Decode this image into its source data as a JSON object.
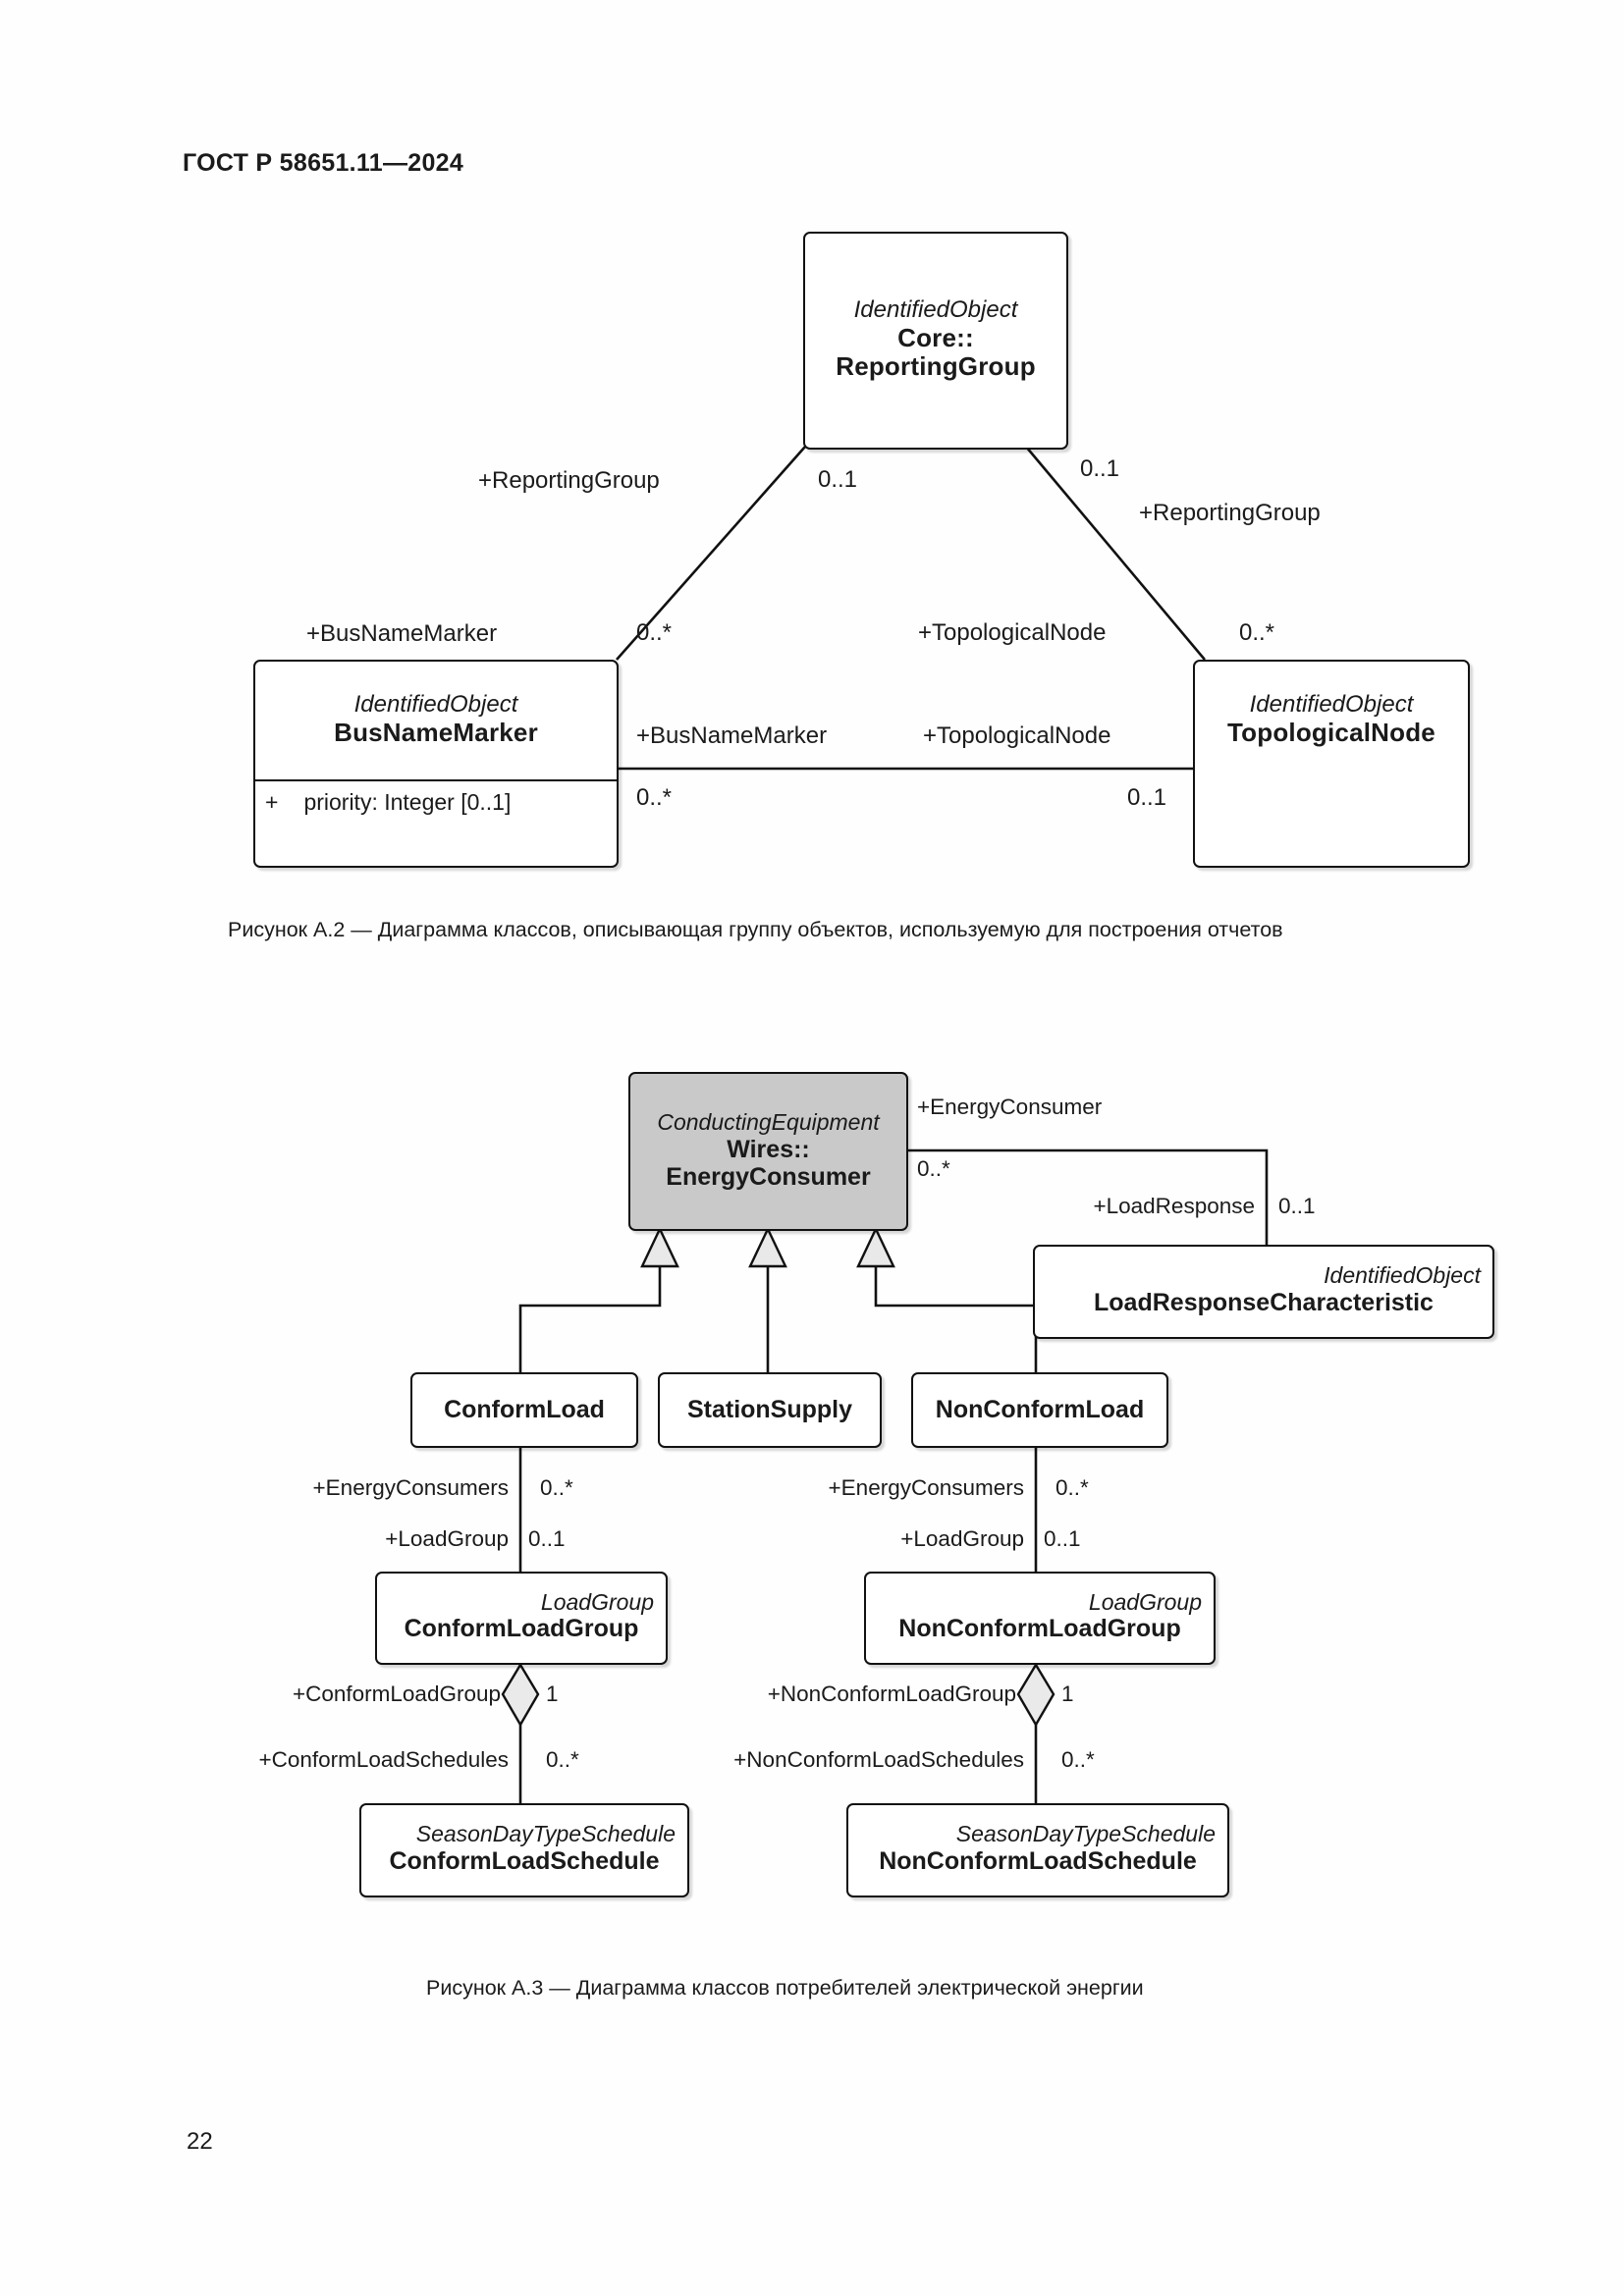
{
  "document": {
    "header": "ГОСТ Р 58651.11—2024",
    "page_number": "22"
  },
  "figures": [
    {
      "id": "A.2",
      "caption": "Рисунок А.2 — Диаграмма классов, описывающая группу объектов, используемую для построения отчетов",
      "classes": {
        "reporting_group": {
          "stereotype": "IdentifiedObject",
          "name_line1": "Core::",
          "name_line2": "ReportingGroup"
        },
        "bus_name_marker": {
          "stereotype": "IdentifiedObject",
          "name": "BusNameMarker",
          "attr_visibility": "+",
          "attr_text": "priority: Integer [0..1]"
        },
        "topological_node": {
          "stereotype": "IdentifiedObject",
          "name": "TopologicalNode"
        }
      },
      "labels": {
        "rg_left_role": "+ReportingGroup",
        "rg_left_mult": "0..1",
        "rg_right_mult": "0..1",
        "rg_right_role": "+ReportingGroup",
        "bnm_top_role": "+BusNameMarker",
        "bnm_top_mult": "0..*",
        "tn_top_role": "+TopologicalNode",
        "tn_top_mult": "0..*",
        "mid_left_role": "+BusNameMarker",
        "mid_right_role": "+TopologicalNode",
        "mid_left_mult": "0..*",
        "mid_right_mult": "0..1"
      }
    },
    {
      "id": "A.3",
      "caption": "Рисунок А.3 — Диаграмма классов потребителей электрической энергии",
      "classes": {
        "energy_consumer": {
          "stereotype": "ConductingEquipment",
          "name_line1": "Wires::",
          "name_line2": "EnergyConsumer",
          "fill": "#c9c9c9"
        },
        "load_response": {
          "stereotype": "IdentifiedObject",
          "name": "LoadResponseCharacteristic"
        },
        "conform_load": {
          "name": "ConformLoad"
        },
        "station_supply": {
          "name": "StationSupply"
        },
        "non_conform_load": {
          "name": "NonConformLoad"
        },
        "conform_load_group": {
          "stereotype": "LoadGroup",
          "name": "ConformLoadGroup"
        },
        "non_conform_load_group": {
          "stereotype": "LoadGroup",
          "name": "NonConformLoadGroup"
        },
        "conform_load_schedule": {
          "stereotype": "SeasonDayTypeSchedule",
          "name": "ConformLoadSchedule"
        },
        "non_conform_load_schedule": {
          "stereotype": "SeasonDayTypeSchedule",
          "name": "NonConformLoadSchedule"
        }
      },
      "labels": {
        "ec_role": "+EnergyConsumer",
        "ec_mult": "0..*",
        "lr_role": "+LoadResponse",
        "lr_mult": "0..1",
        "cl_consumers_role": "+EnergyConsumers",
        "cl_consumers_mult": "0..*",
        "cl_loadgroup_role": "+LoadGroup",
        "cl_loadgroup_mult": "0..1",
        "ncl_consumers_role": "+EnergyConsumers",
        "ncl_consumers_mult": "0..*",
        "ncl_loadgroup_role": "+LoadGroup",
        "ncl_loadgroup_mult": "0..1",
        "clg_role": "+ConformLoadGroup",
        "clg_mult": "1",
        "cls_role": "+ConformLoadSchedules",
        "cls_mult": "0..*",
        "nclg_role": "+NonConformLoadGroup",
        "nclg_mult": "1",
        "ncls_role": "+NonConformLoadSchedules",
        "ncls_mult": "0..*"
      }
    }
  ],
  "colors": {
    "line": "#111111",
    "shaded_fill": "#c9c9c9",
    "page_bg": "#ffffff"
  }
}
